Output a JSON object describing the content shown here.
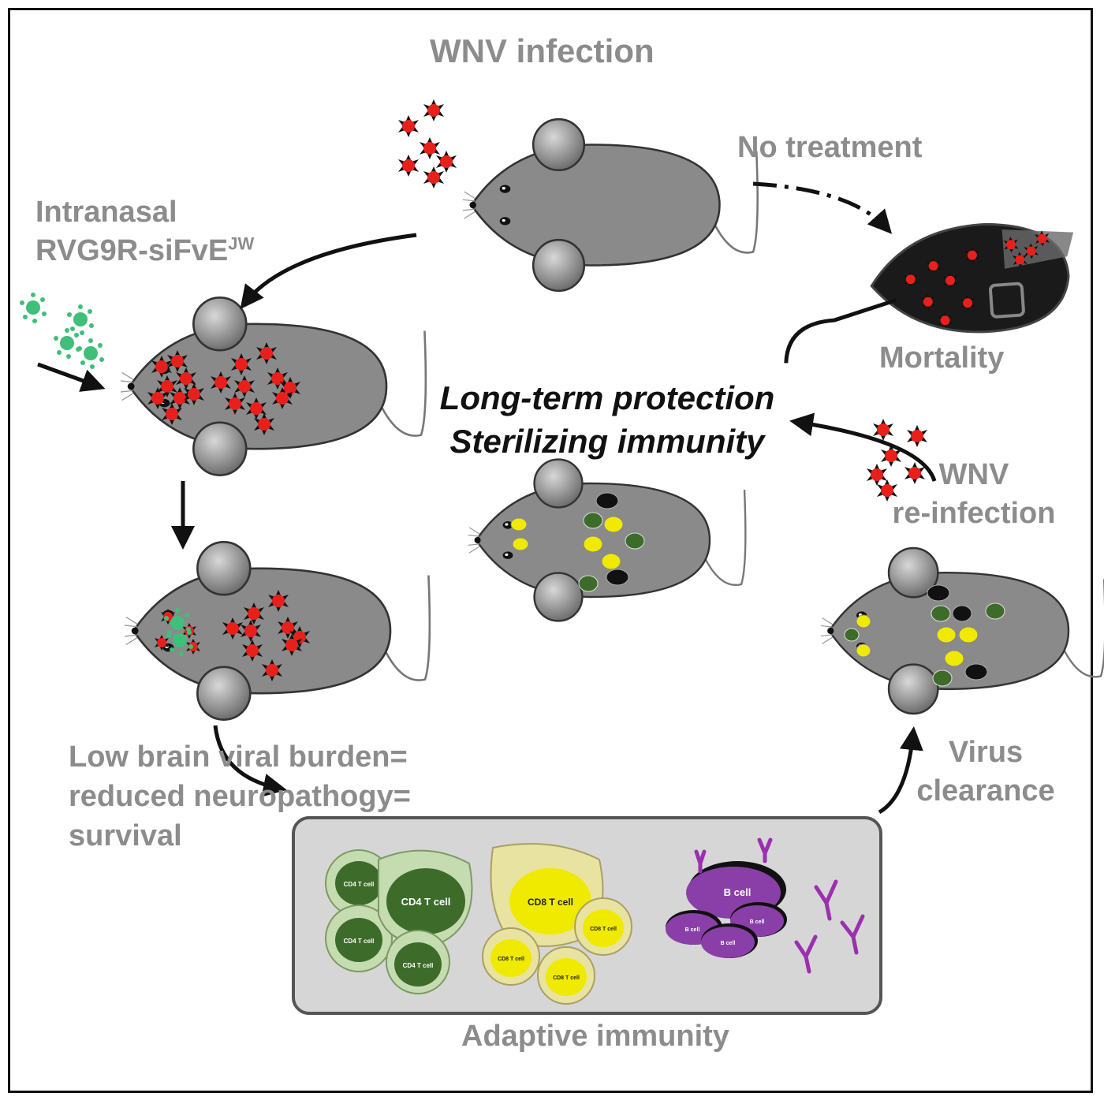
{
  "title": "WNV infection",
  "labels": {
    "no_treatment": "No treatment",
    "intranasal_line1": "Intranasal",
    "intranasal_line2": "RVG9R-siFvE",
    "intranasal_sup": "JW",
    "mortality": "Mortality",
    "long_term_line1": "Long-term protection",
    "long_term_line2": "Sterilizing immunity",
    "reinfection_line1": "WNV",
    "reinfection_line2": "re-infection",
    "low_burden_line1": "Low brain viral burden=",
    "low_burden_line2": "reduced neuropathogy=",
    "low_burden_line3": "survival",
    "virus_clearance_line1": "Virus",
    "virus_clearance_line2": "clearance",
    "adaptive_immunity": "Adaptive immunity"
  },
  "cells": {
    "cd4": "CD4 T cell",
    "cd8": "CD8 T cell",
    "bcell": "B cell"
  },
  "colors": {
    "label_gray": "#8c8c8c",
    "virus_red": "#e8201c",
    "sirna_green": "#3fbf7a",
    "cd4_green": "#3d6b2a",
    "cd8_yellow": "#f0ea00",
    "bcell_purple": "#8a3fa8",
    "mouse_gray": "#8a8a8a"
  }
}
